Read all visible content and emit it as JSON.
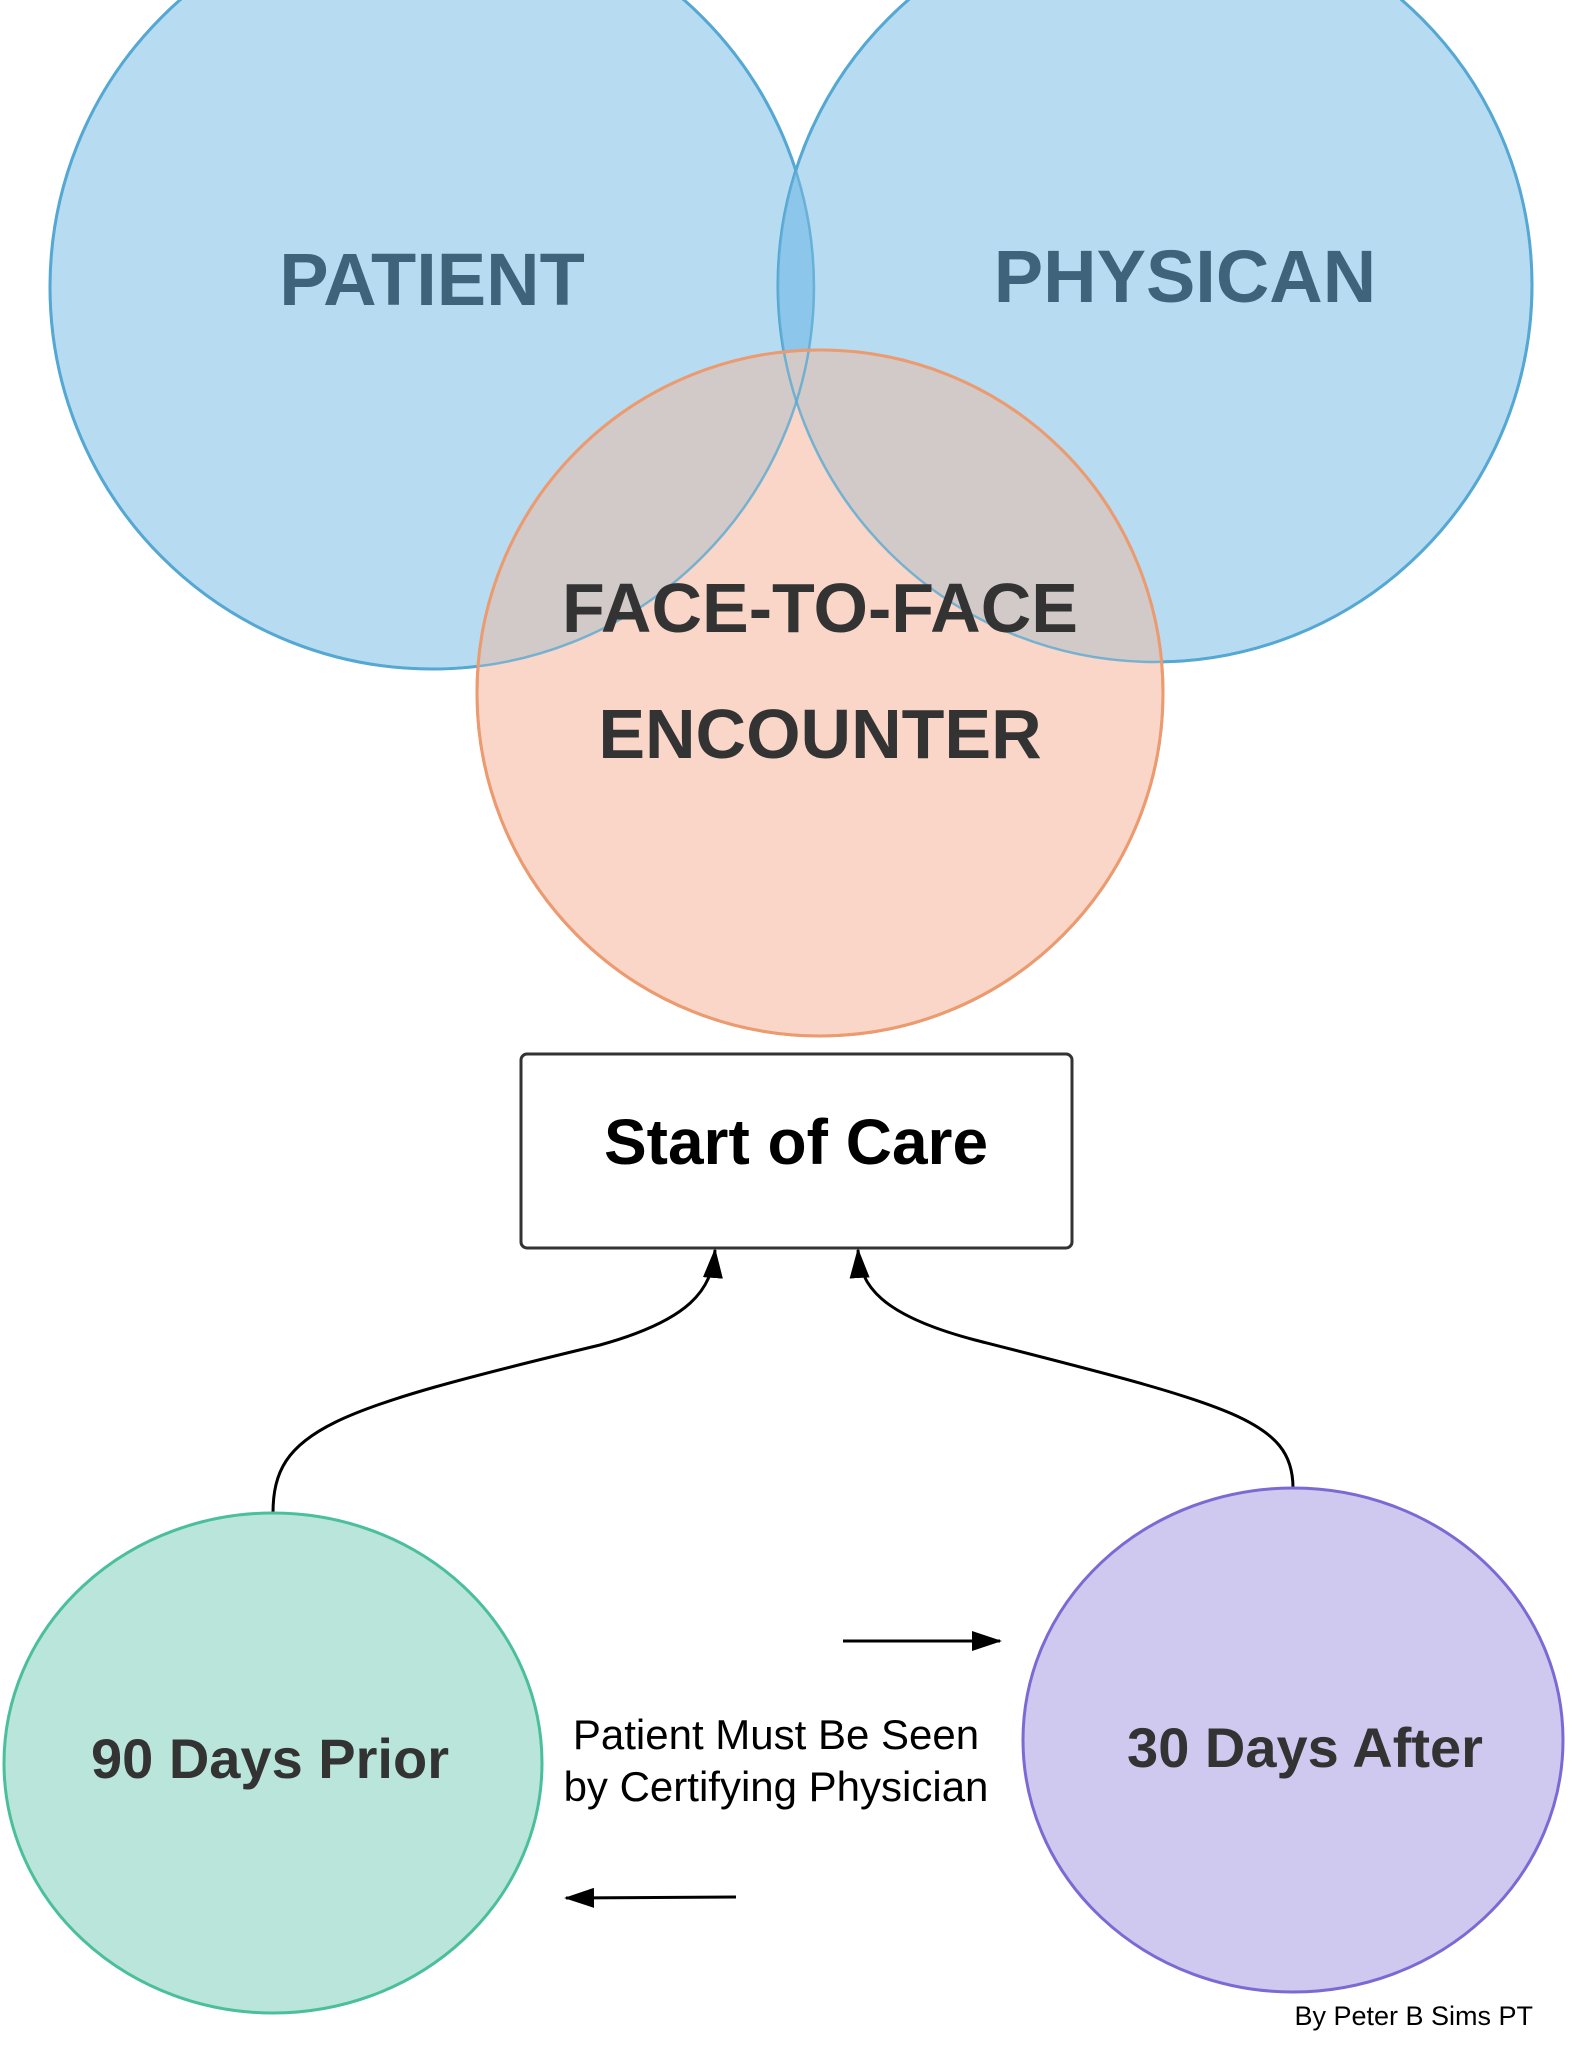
{
  "venn": {
    "patient_label": "PATIENT",
    "physician_label": "PHYSICAN",
    "encounter_line1": "FACE-TO-FACE",
    "encounter_line2": "ENCOUNTER"
  },
  "start_of_care": {
    "label": "Start of Care"
  },
  "timeline": {
    "prior_label": "90 Days Prior",
    "after_label": "30 Days After",
    "note_line1": "Patient Must Be Seen",
    "note_line2": "by Certifying Physician"
  },
  "credit": "By Peter B Sims PT",
  "colors": {
    "patient_circle": "#b7dcf1",
    "physician_circle": "#b7dcf1",
    "blue_stroke": "#45a4d8",
    "encounter_circle": "#f9d6c8",
    "encounter_stroke": "#ec9a6f",
    "overlap_tint": "#cfc8c6",
    "prior_circle": "#b9e5da",
    "prior_stroke": "#4bbf9c",
    "after_circle": "#cfc9f0",
    "after_stroke": "#7b6ad4"
  }
}
